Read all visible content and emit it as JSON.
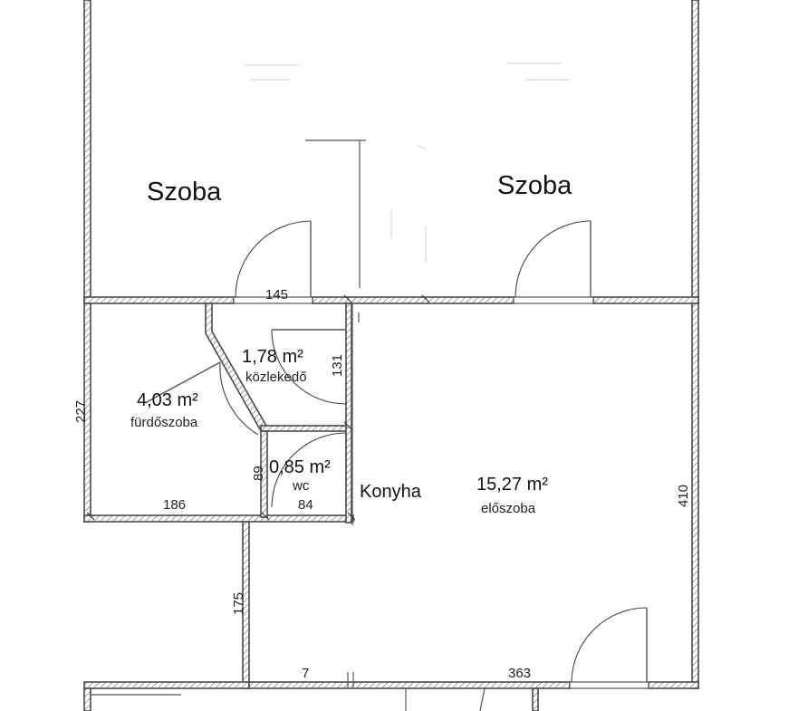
{
  "rooms": {
    "szoba_left": {
      "title": "Szoba"
    },
    "szoba_right": {
      "title": "Szoba"
    },
    "kozlekedo": {
      "area": "1,78 m²",
      "name": "közlekedő"
    },
    "furdoszoba": {
      "area": "4,03 m²",
      "name": "fürdőszoba"
    },
    "wc": {
      "area": "0,85 m²",
      "name": "wc"
    },
    "eloszoba": {
      "area": "15,27 m²",
      "name": "előszoba"
    },
    "konyha": {
      "label": "Konyha"
    }
  },
  "dimensions": {
    "door_width_top": "145",
    "kozlekedo_height": "131",
    "furdoszoba_height": "227",
    "wc_height": "89",
    "furdoszoba_width": "186",
    "wc_width": "84",
    "eloszoba_height": "410",
    "corridor_height": "175",
    "gap_bottom": "7",
    "eloszoba_width": "363"
  },
  "colors": {
    "wall_stroke": "#4a4a4a",
    "hatch": "#7a7a7a"
  }
}
